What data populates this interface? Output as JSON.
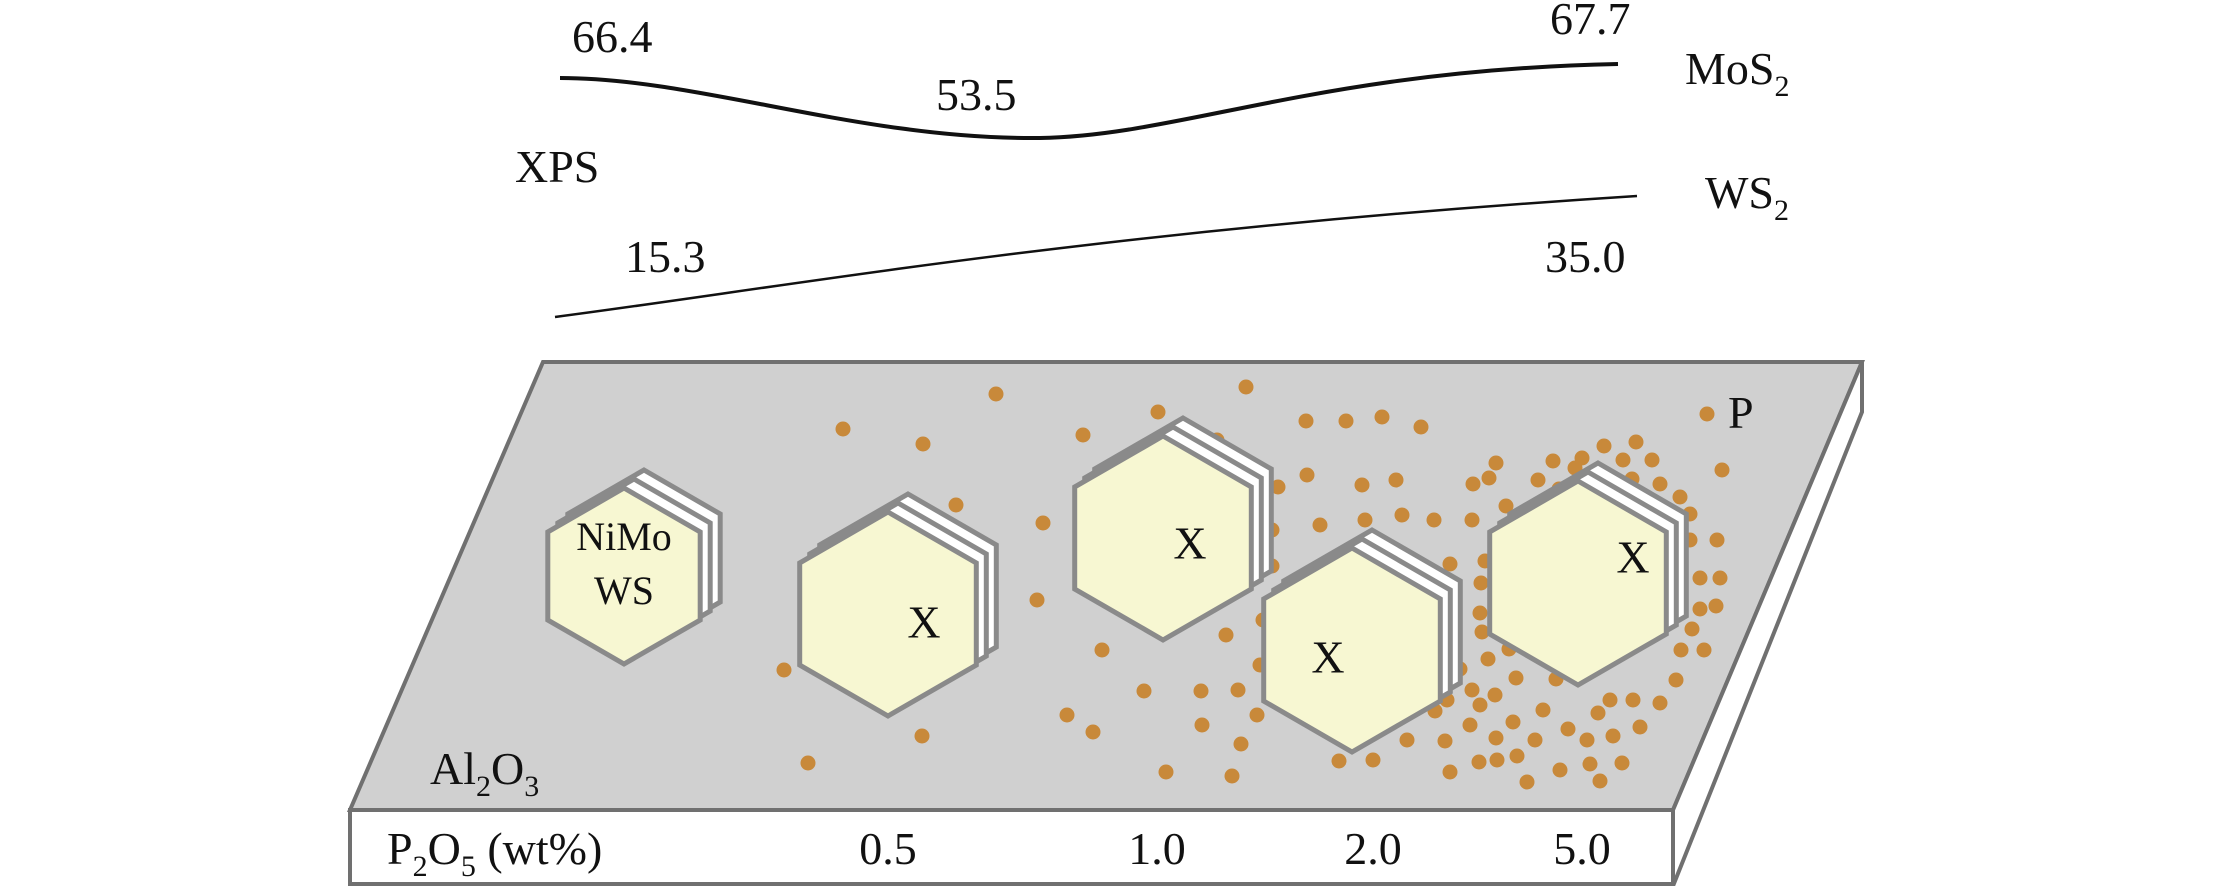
{
  "xps": {
    "label": "XPS",
    "mos2": {
      "label": "MoS",
      "sub": "2",
      "left": "66.4",
      "mid": "53.5",
      "right": "67.7"
    },
    "ws2": {
      "label": "WS",
      "sub": "2",
      "left": "15.3",
      "right": "35.0"
    }
  },
  "support": {
    "label_a": "Al",
    "sub_a": "2",
    "label_b": "O",
    "sub_b": "3",
    "p_label": "P",
    "ref_particle": {
      "line1": "NiMo",
      "line2": "WS"
    }
  },
  "axis": {
    "label_a": "P",
    "sub_a": "2",
    "label_b": "O",
    "sub_b": "5",
    "label_c": " (wt%)",
    "ticks": [
      "0.5",
      "1.0",
      "2.0",
      "5.0"
    ]
  },
  "marker": "X",
  "colors": {
    "plate_top": "#d0d0d0",
    "plate_edge": "#707070",
    "phosphorus": "#c8893a",
    "hexagon_fill": "#f7f7d2",
    "marker": "#c41a1a",
    "line": "#111111"
  }
}
